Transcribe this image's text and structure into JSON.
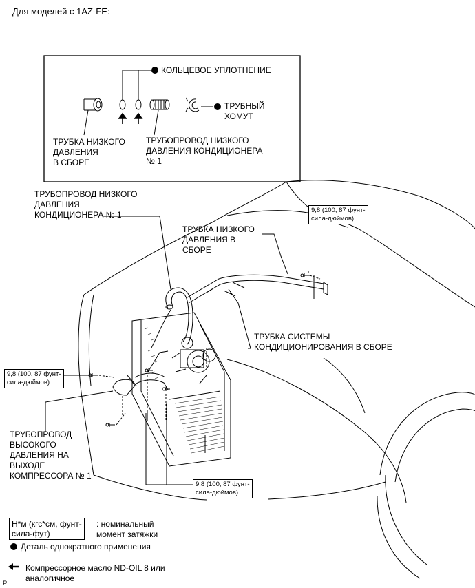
{
  "heading": "Для моделей с 1AZ-FE:",
  "inset": {
    "o_ring_label": "КОЛЬЦЕВОЕ УПЛОТНЕНИЕ",
    "pipe_clamp_label": "ТРУБНЫЙ\nХОМУТ",
    "low_tube_label": "ТРУБКА НИЗКОГО\nДАВЛЕНИЯ\nВ СБОРЕ",
    "low_pipe_label": "ТРУБОПРОВОД НИЗКОГО\nДАВЛЕНИЯ КОНДИЦИОНЕРА\n№ 1"
  },
  "labels": {
    "low_pipe_main": "ТРУБОПРОВОД НИЗКОГО\nДАВЛЕНИЯ\nКОНДИЦИОНЕРА № 1",
    "low_tube_main": "ТРУБКА НИЗКОГО\nДАВЛЕНИЯ В\nСБОРЕ",
    "ac_tube_assy": "ТРУБКА СИСТЕМЫ\nКОНДИЦИОНИРОВАНИЯ В СБОРЕ",
    "high_pipe": "ТРУБОПРОВОД\nВЫСОКОГО\nДАВЛЕНИЯ НА\nВЫХОДЕ\nКОМПРЕССОРА № 1"
  },
  "torque": {
    "top_right": "9,8 (100, 87 фунт-\nсила-дюймов)",
    "left": "9,8 (100, 87 фунт-\nсила-дюймов)",
    "bottom": "9,8 (100, 87 фунт-\nсила-дюймов)"
  },
  "legend": {
    "torque_unit_box": "Н*м (кгс*см, фунт-\nсила-фут)",
    "torque_unit_desc": ": номинальный\nмомент затяжки",
    "single_use": "Деталь однократного применения",
    "oil": "Компрессорное масло ND-OIL 8 или\nаналогичное"
  },
  "corner_code": "P"
}
